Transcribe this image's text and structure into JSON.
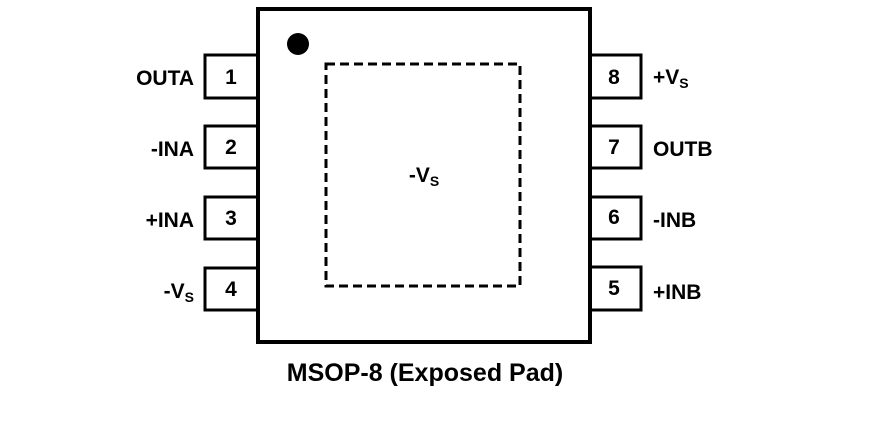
{
  "package": {
    "caption": "MSOP-8 (Exposed Pad)",
    "pin1_marker": "dot",
    "exposed_pad": {
      "label_main": "-V",
      "label_sub": "S"
    }
  },
  "pins_left": [
    {
      "number": "1",
      "name_main": "OUTA",
      "name_sub": ""
    },
    {
      "number": "2",
      "name_main": "-INA",
      "name_sub": ""
    },
    {
      "number": "3",
      "name_main": "+INA",
      "name_sub": ""
    },
    {
      "number": "4",
      "name_main": "-V",
      "name_sub": "S"
    }
  ],
  "pins_right": [
    {
      "number": "8",
      "name_main": "+V",
      "name_sub": "S"
    },
    {
      "number": "7",
      "name_main": "OUTB",
      "name_sub": ""
    },
    {
      "number": "6",
      "name_main": "-INB",
      "name_sub": ""
    },
    {
      "number": "5",
      "name_main": "+INB",
      "name_sub": ""
    }
  ]
}
